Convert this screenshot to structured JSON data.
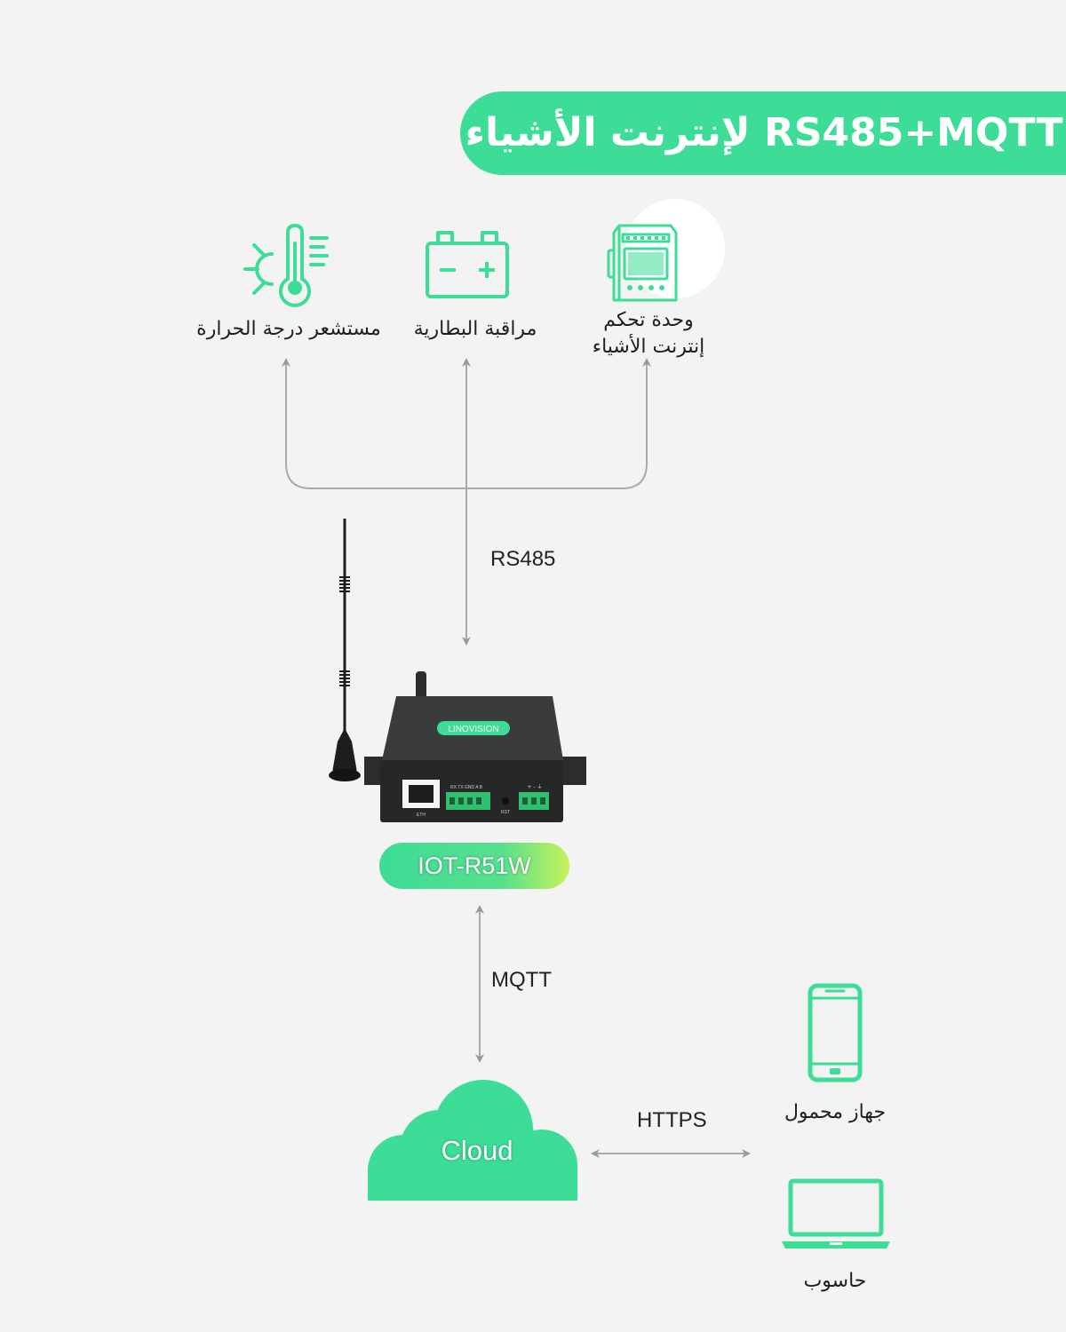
{
  "title": "RS485+MQTT لإنترنت الأشياء",
  "devices": {
    "temperature_sensor": "مستشعر درجة الحرارة",
    "battery_monitor": "مراقبة البطارية",
    "iot_controller_line1": "وحدة تحكم",
    "iot_controller_line2": "إنترنت الأشياء"
  },
  "links": {
    "rs485": "RS485",
    "mqtt": "MQTT",
    "https": "HTTPS"
  },
  "gateway": {
    "model": "IOT-R51W",
    "brand": "LINOVISION",
    "port_labels": {
      "eth": "ETH",
      "rs485_pins": "RX TX GND A  B",
      "reset": "RST",
      "power": "+  -  ⏚"
    }
  },
  "cloud_label": "Cloud",
  "clients": {
    "mobile": "جهاز محمول",
    "computer": "حاسوب"
  },
  "colors": {
    "accent": "#3ddc97",
    "background": "#f2f3f2",
    "connector_line": "#aaaaaa",
    "device_body": "#2b2d2d"
  }
}
